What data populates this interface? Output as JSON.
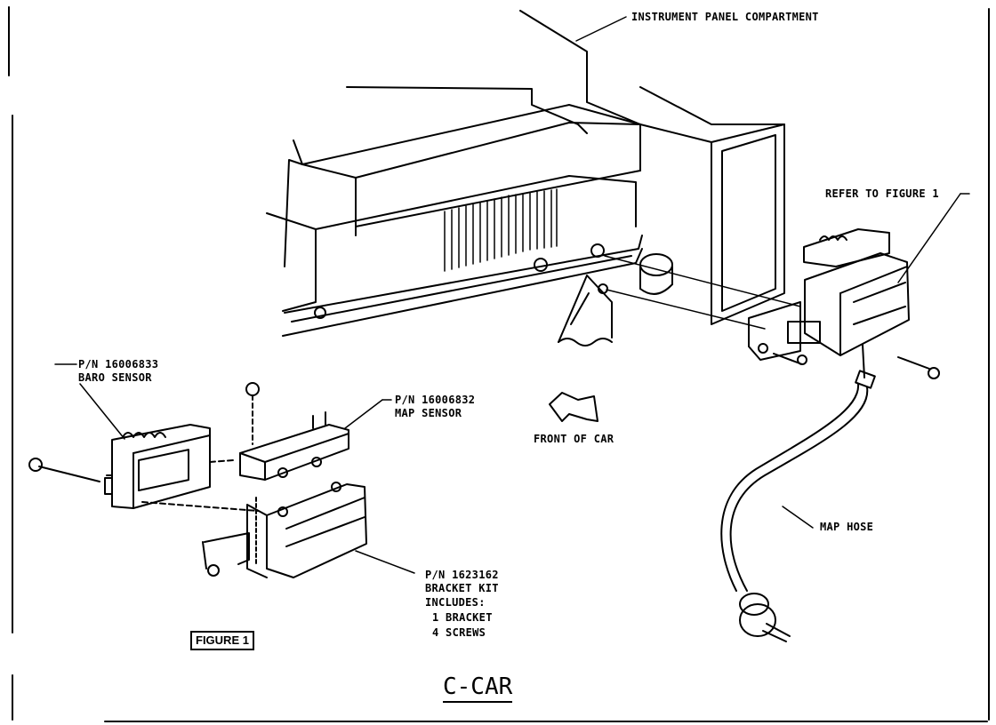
{
  "labels": {
    "instrument_panel": "INSTRUMENT PANEL COMPARTMENT",
    "refer_figure": "REFER TO FIGURE 1",
    "baro_pn": "P/N 16006833",
    "baro_name": "BARO SENSOR",
    "map_pn": "P/N 16006832",
    "map_name": "MAP SENSOR",
    "front_of_car": "FRONT OF CAR",
    "map_hose": "MAP HOSE",
    "bracket_pn": "P/N 1623162",
    "bracket_name": "BRACKET KIT",
    "bracket_includes": "INCLUDES:",
    "bracket_item1": "1 BRACKET",
    "bracket_item2": "4 SCREWS"
  },
  "figure_label": "FIGURE 1",
  "title": "C-CAR"
}
